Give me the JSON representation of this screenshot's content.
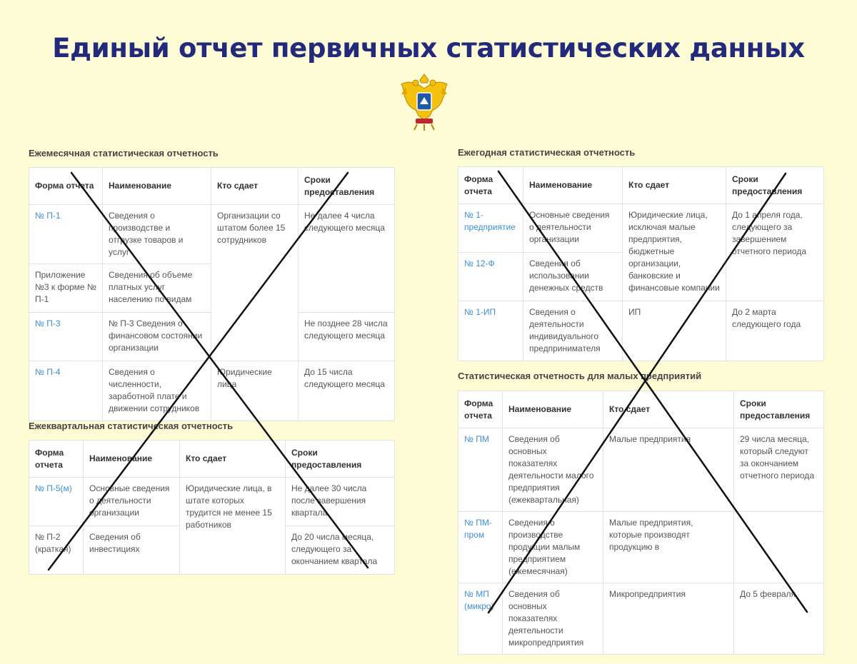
{
  "page": {
    "title": "Единый отчет первичных статистических данных"
  },
  "emblem": {
    "icon": "double-headed-eagle-emblem-icon",
    "colors": {
      "gold": "#f4c20d",
      "blue": "#1f5aa6",
      "red": "#c0272d"
    }
  },
  "monthly": {
    "title": "Ежемесячная статистическая отчетность",
    "headers": [
      "Форма отчета",
      "Наименование",
      "Кто сдает",
      "Сроки предоставления"
    ],
    "rows": [
      {
        "form": "№ П-1",
        "name": "Сведения о производстве и отгрузке товаров и услуг"
      },
      {
        "form": "Приложение №3 к форме № П-1",
        "name": "Сведения об объеме платных услуг населению по видам"
      },
      {
        "form": "№ П-3",
        "name": "№ П-3 Сведения о финансовом состоянии организации"
      },
      {
        "form": "№ П-4",
        "name": "Сведения о численности, заработной плате и движении сотрудников"
      }
    ],
    "who": [
      "Организации со штатом более 15 сотрудников",
      "Юридические лица"
    ],
    "deadlines": [
      "Не далее 4 числа следующего месяца",
      "Не позднее 28 числа следующего месяца",
      "До 15 числа следующего месяца"
    ]
  },
  "quarterly": {
    "title": "Ежеквартальная статистическая отчетность",
    "headers": [
      "Форма отчета",
      "Наименование",
      "Кто сдает",
      "Сроки предоставления"
    ],
    "rows": [
      {
        "form": "№ П-5(м)",
        "name": "Основные сведения о деятельности организации"
      },
      {
        "form": "№ П-2 (краткая)",
        "name": "Сведения об инвестициях"
      }
    ],
    "who": "Юридические лица, в штате которых трудится не менее 15 работников",
    "deadlines": [
      "Не далее 30 числа после завершения квартала",
      "До 20 числа месяца, следующего за окончанием квартала"
    ]
  },
  "annual": {
    "title": "Ежегодная статистическая отчетность",
    "headers": [
      "Форма отчета",
      "Наименование",
      "Кто сдает",
      "Сроки предоставления"
    ],
    "rows": [
      {
        "form": "№ 1-предприятие",
        "name": "Основные сведения о деятельности организации"
      },
      {
        "form": "№ 12-Ф",
        "name": "Сведения об использовании денежных средств"
      },
      {
        "form": "№ 1-ИП",
        "name": "Сведения о деятельности индивидуального предпринимателя"
      }
    ],
    "who": [
      "Юридические лица, исключая малые предприятия, бюджетные организации, банковские и финансовые компании",
      "ИП"
    ],
    "deadlines": [
      "До 1 апреля года, следующего за завершением отчетного периода",
      "До 2 марта следующего года"
    ]
  },
  "small": {
    "title": "Статистическая отчетность для малых предприятий",
    "headers": [
      "Форма отчета",
      "Наименование",
      "Кто сдает",
      "Сроки предоставления"
    ],
    "rows": [
      {
        "form": "№ ПМ",
        "name": "Сведения об основных показателях деятельности малого предприятия (ежеквартальная)",
        "who": "Малые предприятия",
        "deadline": "29 числа месяца, который следуют за окончанием отчетного периода"
      },
      {
        "form": "№ ПМ-пром",
        "name": "Сведения о производстве продукции малым предприятием (ежемесячная)",
        "who": "Малые предприятия, которые производят продукцию в",
        "deadline": ""
      },
      {
        "form": "№ МП (микро)",
        "name": "Сведения об основных показателях деятельности микропредприятия",
        "who": "Микропредприятия",
        "deadline": "До 5 февраля"
      }
    ]
  },
  "annotations": {
    "cross_color": "#111111"
  }
}
